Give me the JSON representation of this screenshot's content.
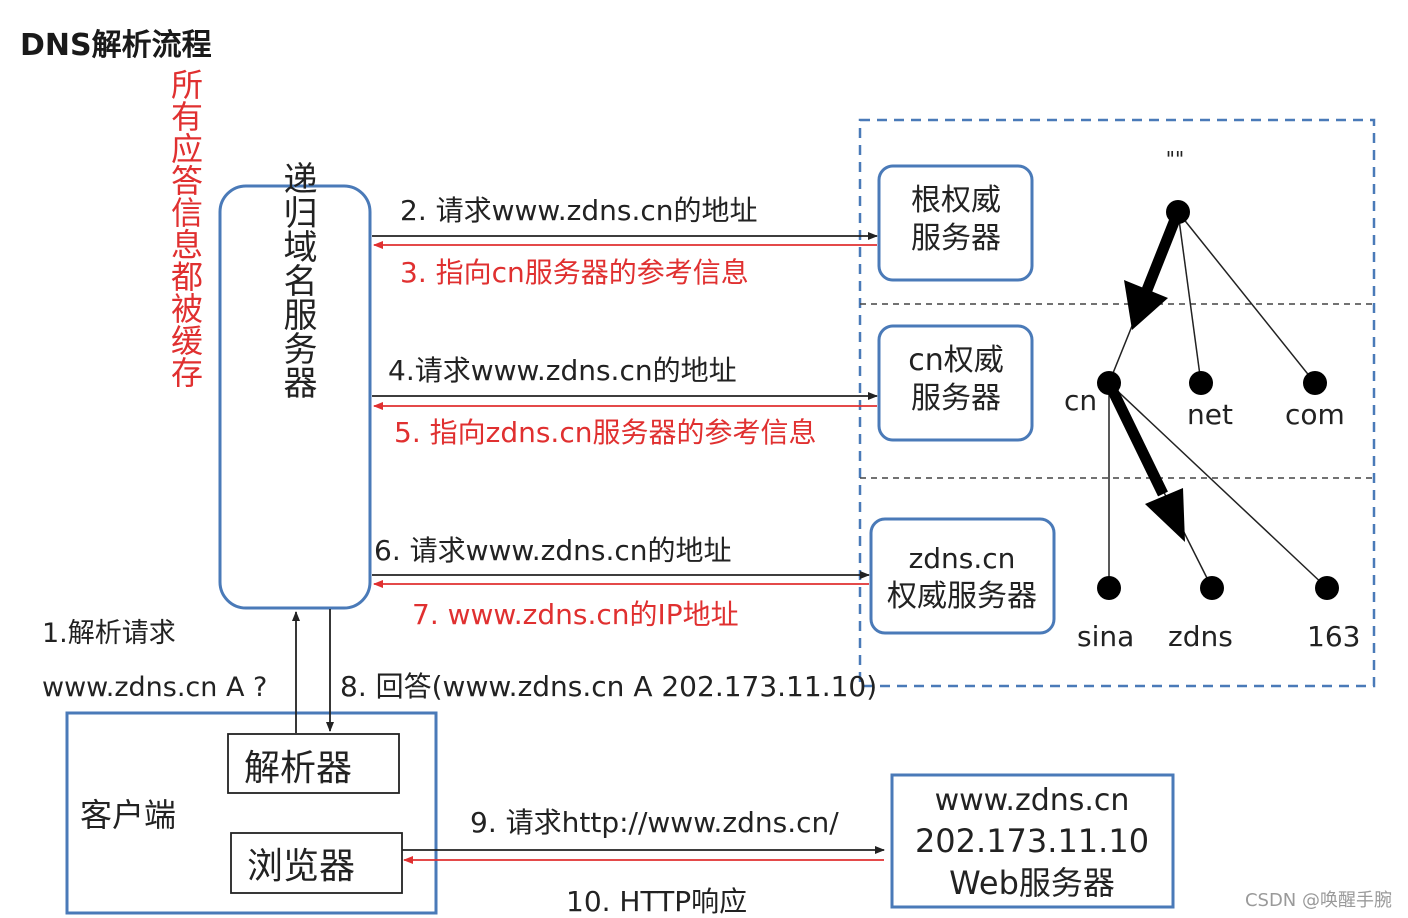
{
  "page": {
    "title": "DNS解析流程"
  },
  "boxes": {
    "recursive_server": "递归域名服务器",
    "root_server": [
      "根权威",
      "服务器"
    ],
    "cn_server": [
      "cn权威",
      "服务器"
    ],
    "zdns_server": [
      "zdns.cn",
      "权威服务器"
    ],
    "client": "客户端",
    "resolver": "解析器",
    "browser": "浏览器",
    "web_server": [
      "www.zdns.cn",
      "202.173.11.10",
      "Web服务器"
    ]
  },
  "side_note": "所有应答信息都被缓存",
  "steps": {
    "s1_line1": "1.解析请求",
    "s1_line2": "www.zdns.cn A ?",
    "s2": "2. 请求www.zdns.cn的地址",
    "s3": "3. 指向cn服务器的参考信息",
    "s4": "4.请求www.zdns.cn的地址",
    "s5": "5. 指向zdns.cn服务器的参考信息",
    "s6": "6. 请求www.zdns.cn的地址",
    "s7": "7. www.zdns.cn的IP地址",
    "s8": "8. 回答(www.zdns.cn A 202.173.11.10)",
    "s9": "9. 请求http://www.zdns.cn/",
    "s10": "10. HTTP响应"
  },
  "tree": {
    "root_label": "\"\"",
    "cn": "cn",
    "net": "net",
    "com": "com",
    "sina": "sina",
    "zdns": "zdns",
    "n163": "163"
  },
  "colors": {
    "box_border": "#4a7ab8",
    "red": "#e03030",
    "dark": "#222222"
  },
  "watermark": "CSDN @唤醒手腕"
}
